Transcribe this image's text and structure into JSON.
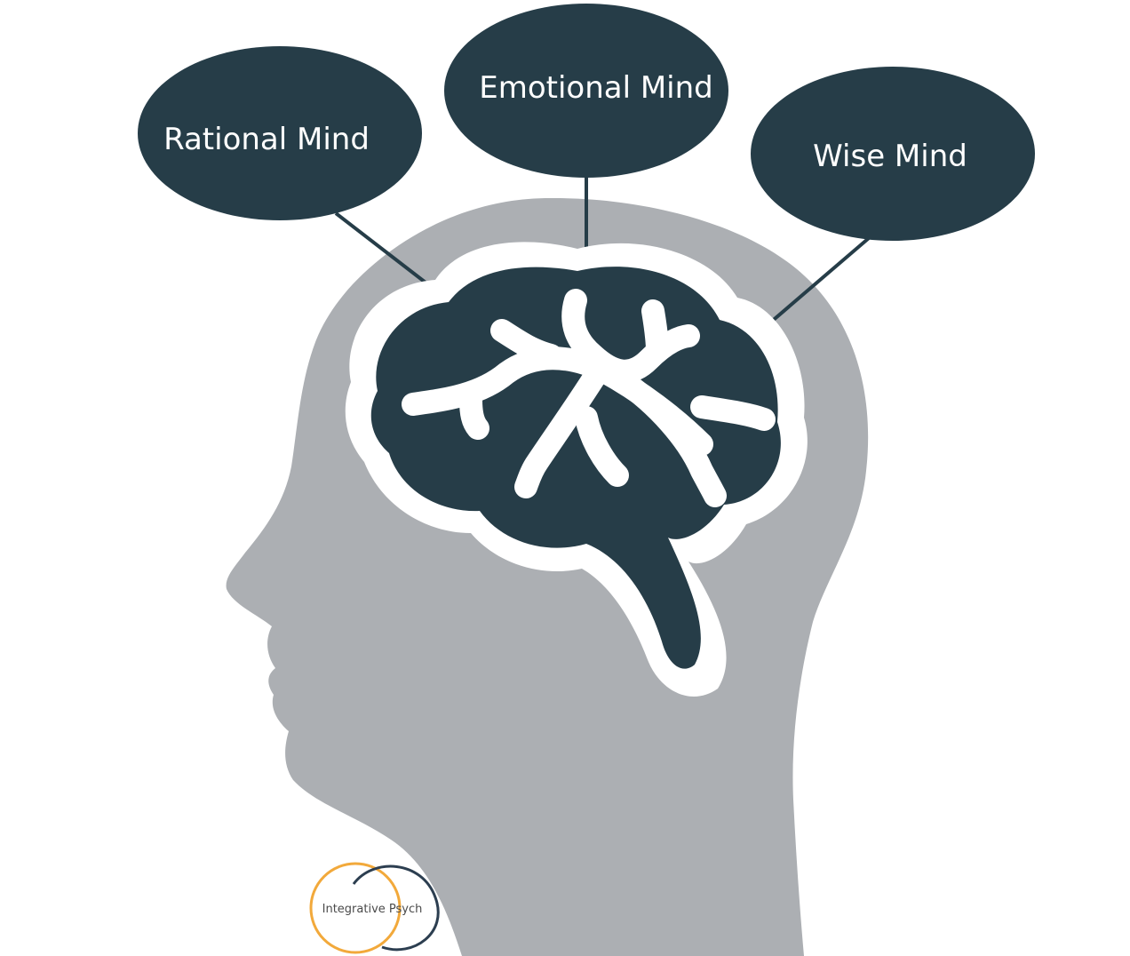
{
  "diagram": {
    "bubbles": {
      "rational": {
        "label": "Rational Mind"
      },
      "emotional": {
        "label": "Emotional Mind"
      },
      "wise": {
        "label": "Wise Mind"
      }
    },
    "logo": {
      "text": "Integrative Psych"
    }
  },
  "colors": {
    "head": "#acafb3",
    "brain": "#263d48",
    "bubble": "#263d48",
    "connector": "#263d48",
    "logo_orange": "#f2a93b",
    "logo_navy": "#2c3e50"
  }
}
